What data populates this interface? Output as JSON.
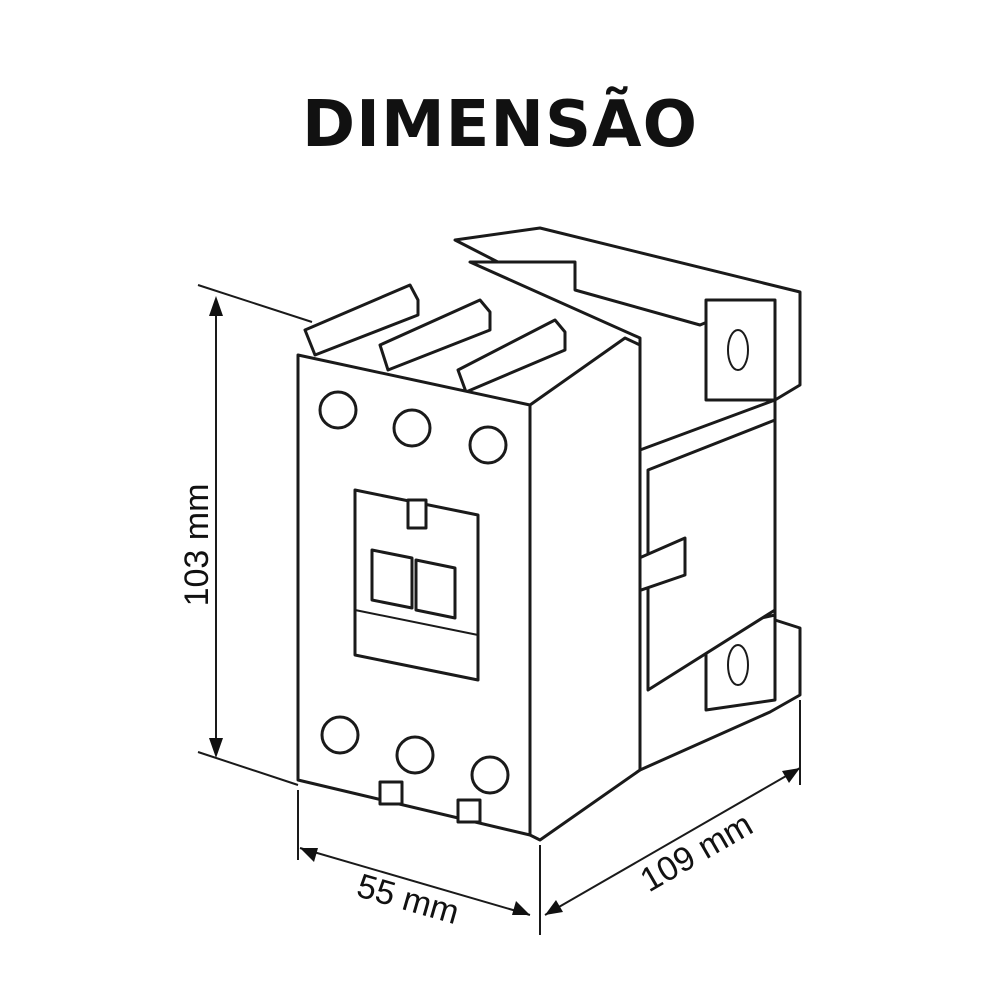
{
  "title": "DIMENSÃO",
  "dimensions": {
    "height": "103 mm",
    "width": "55 mm",
    "depth": "109 mm"
  }
}
